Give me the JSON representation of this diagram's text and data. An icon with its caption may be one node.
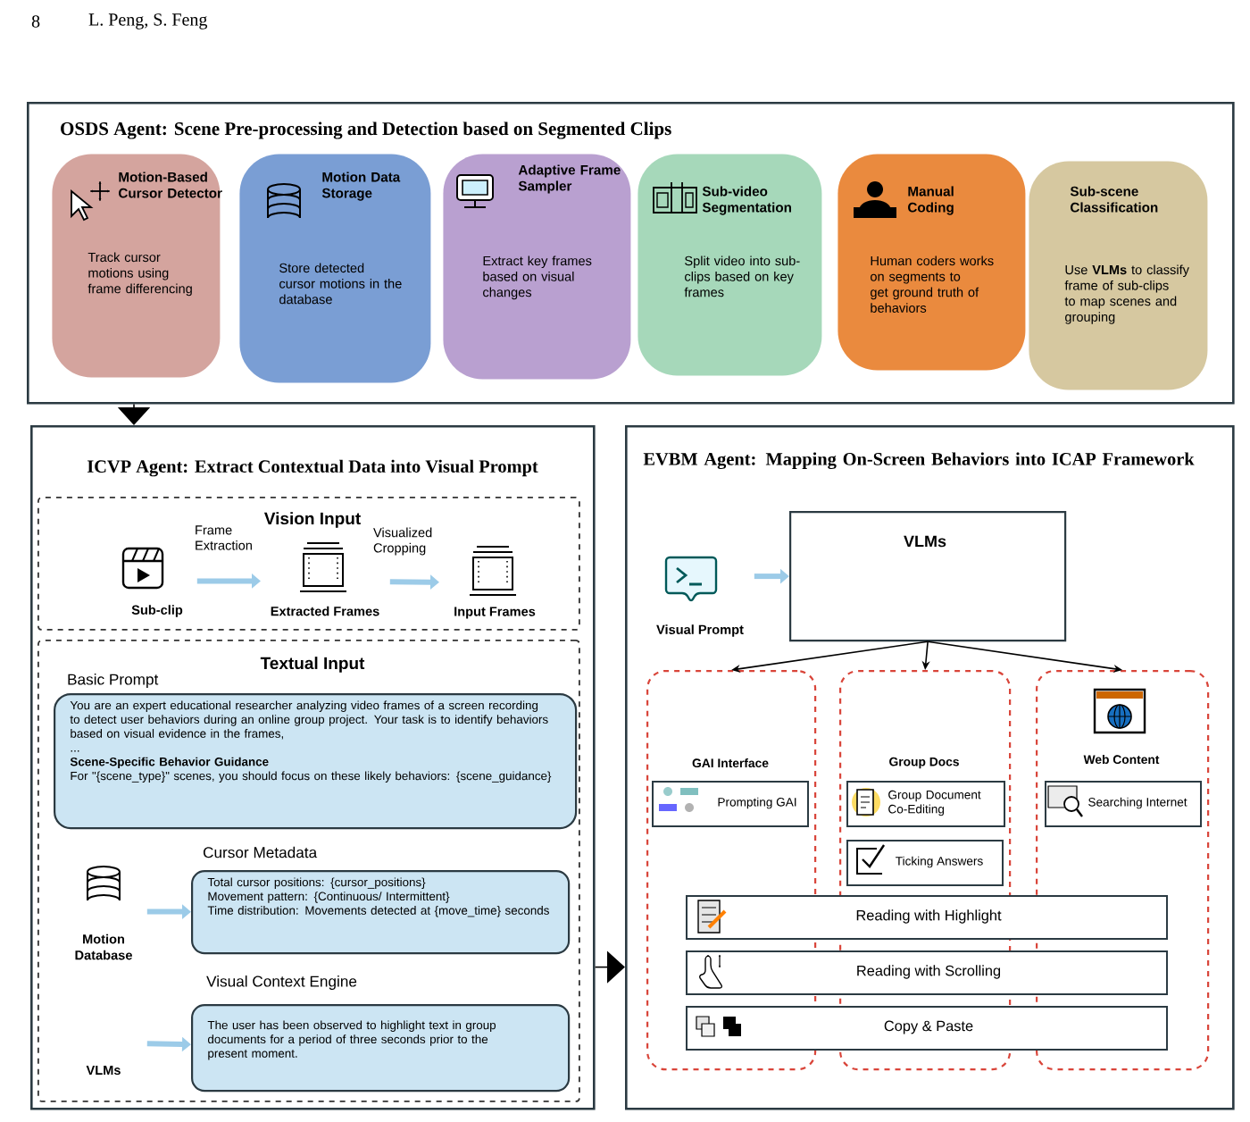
{
  "diagram": {
    "nodes": [
      {
        "text": [
          "OSDS Agent: Scene Pre-processing and Detection based on Segmented Clips"
        ]
      },
      {
        "text": [
          "Motion-Based Cursor Detector",
          "Track cursor motions using frame differencing"
        ],
        "in": 0
      },
      {
        "text": [
          "Motion Data Storage",
          "Store detected cursor motions in the database"
        ],
        "in": 0
      },
      {
        "text": [
          "Adaptive Frame Sampler",
          "Extract key frames based on visual changes"
        ],
        "in": 0
      },
      {
        "text": [
          "Sub-video Segmentation",
          "Split video into sub-clips based on key frames"
        ],
        "in": 0
      },
      {
        "text": [
          "Manual Coding",
          "Human coders works on segments to get ground truth of behaviors"
        ],
        "in": 0
      },
      {
        "text": [
          "Sub-scene Classification",
          "Use **VLMs** to classify frame of sub-clips to map scenes and grouping"
        ],
        "in": 0
      },
      {
        "text": [
          "ICVP Agent: Extract Contextual Data into Visual Prompt"
        ]
      },
      {
        "text": [
          "Vision Input"
        ],
        "in": 7
      },
      {
        "text": [
          "Sub-clip"
        ],
        "in": 8
      },
      {
        "text": [
          "Extracted Frames"
        ],
        "in": 8
      },
      {
        "text": [
          "Input Frames"
        ],
        "in": 8
      },
      {
        "text": [
          "Textual Input"
        ],
        "in": 7
      },
      {
        "text": [
          "Basic Prompt",
          "You are an expert educational researcher analyzing video frames of a screen recording to detect user behaviors during an online group project. Your task is to identify behaviors based on visual evidence in the frames,",
          "...",
          "Scene-Specific Behavior Guidance",
          "For \"{scene_type}\" scenes, you should focus on these likely behaviors: {scene_guidance}"
        ],
        "in": 12
      },
      {
        "text": [
          "Motion Database"
        ],
        "in": 12
      },
      {
        "text": [
          "Cursor Metadata",
          "Total cursor positions: {cursor_positions}",
          "Movement pattern: {Continuous/ Intermittent}",
          "Time distribution: Movements detected at {move_time} seconds"
        ],
        "in": 12
      },
      {
        "text": [
          "VLMs"
        ],
        "in": 12
      },
      {
        "text": [
          "Visual Context Engine",
          "The user has been observed to highlight text in group documents for a period of three seconds prior to the present moment."
        ],
        "in": 12
      },
      {
        "text": [
          "EVBM Agent: Mapping On-Screen Behaviors into ICAP Framework"
        ]
      },
      {
        "text": [
          "Visual Prompt"
        ],
        "in": 18
      },
      {
        "text": [
          "VLMs"
        ],
        "in": 18
      },
      {
        "text": [
          "GAI Interface"
        ],
        "in": 18
      },
      {
        "text": [
          "Group Docs"
        ],
        "in": 18
      },
      {
        "text": [
          "Web Content"
        ],
        "in": 18
      },
      {
        "text": [
          "Prompting GAI"
        ],
        "in": 21
      },
      {
        "text": [
          "Group Document Co-Editing"
        ],
        "in": 22
      },
      {
        "text": [
          "Ticking Answers"
        ],
        "in": 22
      },
      {
        "text": [
          "Searching Internet"
        ],
        "in": 23
      },
      {
        "text": [
          "Reading with Highlight"
        ],
        "in": 18
      },
      {
        "text": [
          "Reading with Scrolling"
        ],
        "in": 18
      },
      {
        "text": [
          "Copy & Paste"
        ],
        "in": 18
      }
    ],
    "edges": [
      {
        "from": 0,
        "to": 7,
        "arrow": "to"
      },
      {
        "from": 9,
        "to": 10,
        "arrow": "to",
        "label": "Frame Extraction",
        "style": "thick",
        "color": "#9ccbe8"
      },
      {
        "from": 10,
        "to": 11,
        "arrow": "to",
        "label": "Visualized Cropping",
        "style": "thick",
        "color": "#9ccbe8"
      },
      {
        "from": 14,
        "to": 15,
        "arrow": "to",
        "style": "thick",
        "color": "#9ccbe8"
      },
      {
        "from": 16,
        "to": 17,
        "arrow": "to",
        "style": "thick",
        "color": "#9ccbe8"
      },
      {
        "from": 7,
        "to": 18,
        "arrow": "to"
      },
      {
        "from": 19,
        "to": 20,
        "arrow": "to",
        "style": "thick",
        "color": "#9ccbe8"
      },
      {
        "from": 20,
        "to": 21,
        "arrow": "to"
      },
      {
        "from": 20,
        "to": 22,
        "arrow": "to"
      },
      {
        "from": 20,
        "to": 23,
        "arrow": "to"
      }
    ],
    "labels": [
      "8",
      "L. Peng, S. Feng"
    ]
  }
}
